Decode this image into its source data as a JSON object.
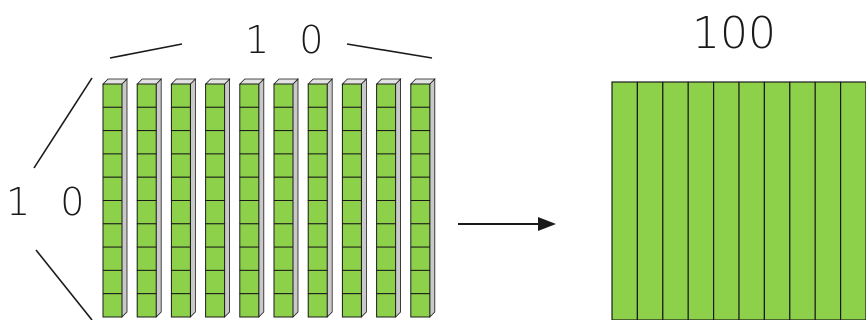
{
  "labels": {
    "top_count": "1 0",
    "side_count": "1 0",
    "total": "100"
  },
  "rods": {
    "count": 10,
    "cubes_per_rod": 10
  },
  "flat": {
    "strips": 10
  },
  "colors": {
    "cube_fill": "#8dd14a",
    "cube_stroke": "#1a1a1a",
    "rod_side": "#c9c9c9",
    "rod_top": "#e2e2e2",
    "line": "#1a1a1a"
  }
}
